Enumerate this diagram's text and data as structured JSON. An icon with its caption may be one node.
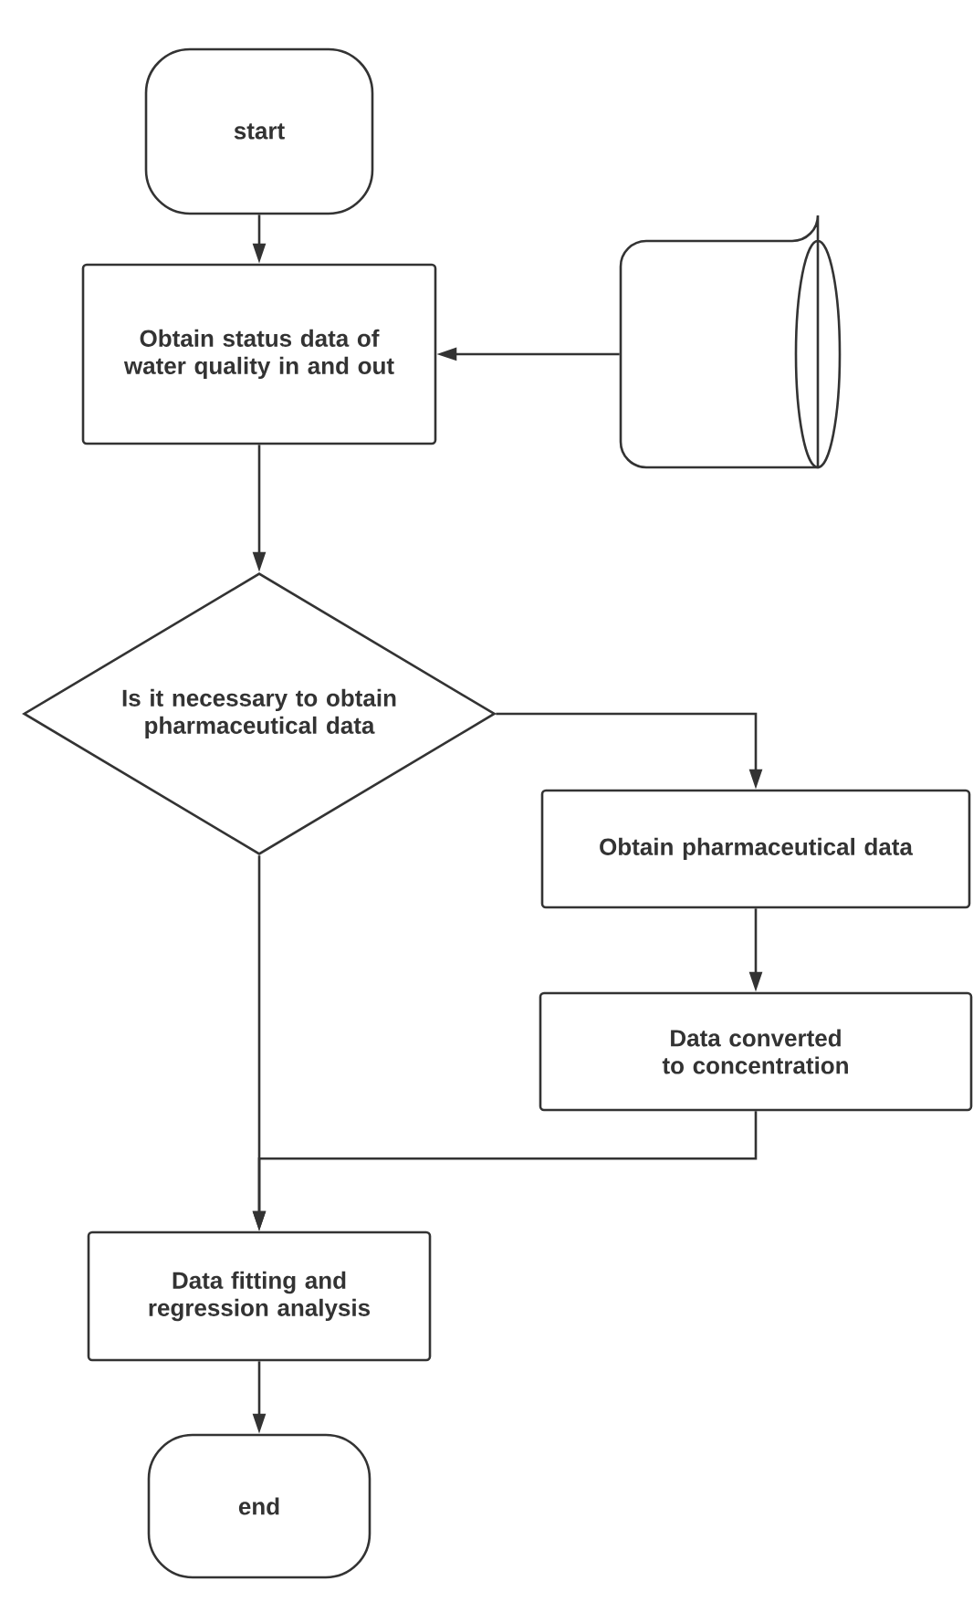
{
  "diagram": {
    "nodes": [
      {
        "text": [
          "start"
        ]
      },
      {
        "text": [
          "Obtain status data of water quality in and out"
        ]
      },
      {
        "text": [],
        "shape": "cylinder"
      },
      {
        "text": [
          "Is it necessary to obtain pharmaceutical data"
        ]
      },
      {
        "text": [
          "Obtain pharmaceutical data"
        ]
      },
      {
        "text": [
          "Data converted to concentration"
        ]
      },
      {
        "text": [
          "Data fitting and regression analysis"
        ]
      },
      {
        "text": [
          "end"
        ]
      }
    ],
    "edges": [
      {
        "from": 0,
        "to": 1,
        "arrow": "to"
      },
      {
        "from": 2,
        "to": 1,
        "arrow": "to"
      },
      {
        "from": 1,
        "to": 3,
        "arrow": "to"
      },
      {
        "from": 3,
        "to": 4,
        "arrow": "to"
      },
      {
        "from": 4,
        "to": 5,
        "arrow": "to"
      },
      {
        "from": 3,
        "to": 6,
        "arrow": "to"
      },
      {
        "from": 5,
        "to": 6,
        "arrow": "to"
      },
      {
        "from": 6,
        "to": 7,
        "arrow": "to"
      }
    ]
  }
}
